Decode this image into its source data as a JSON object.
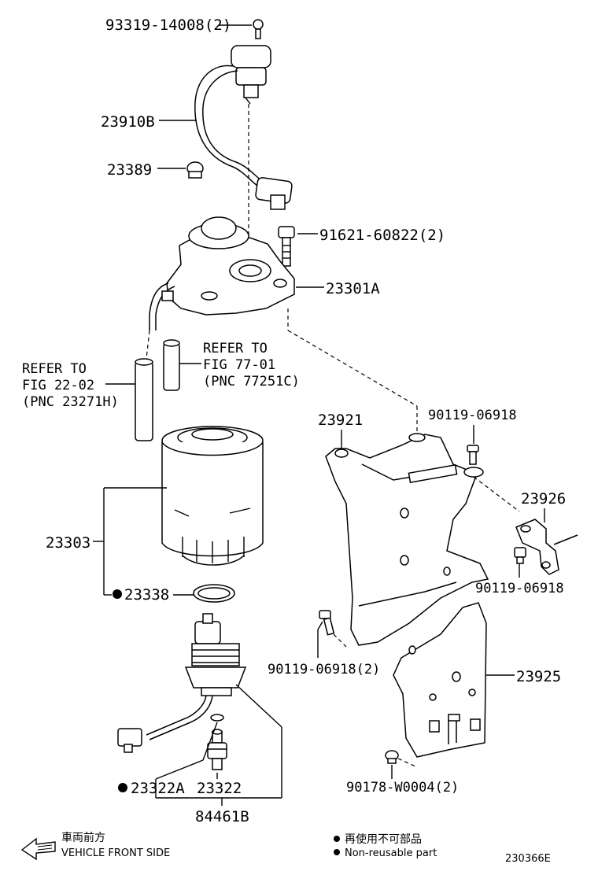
{
  "labels": {
    "screw_top": "93319-14008(2)",
    "sensor_harness": "23910B",
    "clamp": "23389",
    "bolt_head": "91621-60822(2)",
    "filter_head": "23301A",
    "refer_left_1": "REFER TO",
    "refer_left_2": "FIG 22-02",
    "refer_left_3": "(PNC 23271H)",
    "refer_right_1": "REFER TO",
    "refer_right_2": "FIG 77-01",
    "refer_right_3": "(PNC 77251C)",
    "bracket": "23921",
    "bolt_bracket_top": "90119-06918",
    "bracket_small": "23926",
    "filter": "23303",
    "bolt_bracket_right": "90119-06918",
    "gasket": "23338",
    "bolt_bracket_left": "90119-06918(2)",
    "plate": "23925",
    "nut": "90178-W0004(2)",
    "drain_plug_a": "23322A",
    "drain_plug": "23322",
    "switch_assy": "84461B"
  },
  "legend": {
    "front_jp": "車両前方",
    "front_en": "VEHICLE FRONT SIDE",
    "nonreuse_jp": "再使用不可部品",
    "nonreuse_en": "Non-reusable part",
    "figure_code": "230366E"
  }
}
